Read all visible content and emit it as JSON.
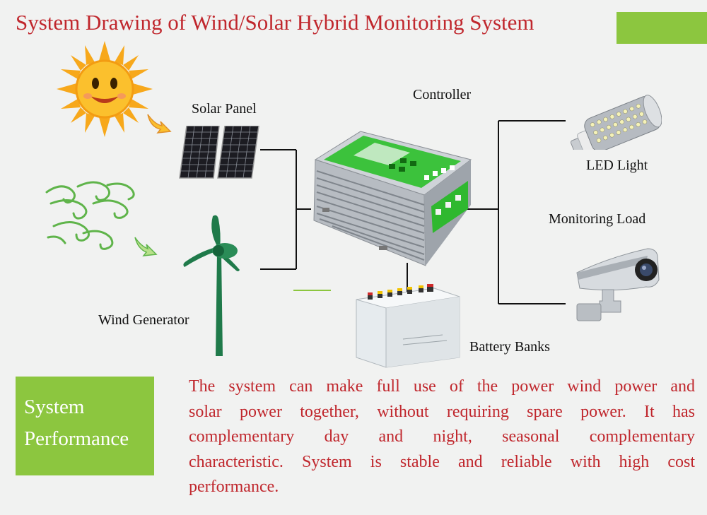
{
  "title": "System Drawing of Wind/Solar Hybrid Monitoring System",
  "labels": {
    "solar_panel": "Solar Panel",
    "controller": "Controller",
    "led_light": "LED Light",
    "monitoring_load": "Monitoring Load",
    "wind_generator": "Wind Generator",
    "battery_banks": "Battery Banks"
  },
  "performance_box": {
    "line1": "System",
    "line2": "Performance"
  },
  "description": {
    "lines": [
      "The system can make full use of the power wind power and",
      "solar power together, without requiring spare power. It has",
      "complementary day and night, seasonal complementary",
      "characteristic. System is stable and reliable with high cost",
      "performance."
    ]
  },
  "colors": {
    "title": "#c0272d",
    "accent": "#8cc63f",
    "text_body": "#c0272d",
    "wire": "#111111"
  },
  "icons": [
    "sun-icon",
    "wind-swirl-icon",
    "solar-panel-icon",
    "wind-turbine-icon",
    "controller-icon",
    "battery-icon",
    "led-bulb-icon",
    "cctv-camera-icon"
  ]
}
